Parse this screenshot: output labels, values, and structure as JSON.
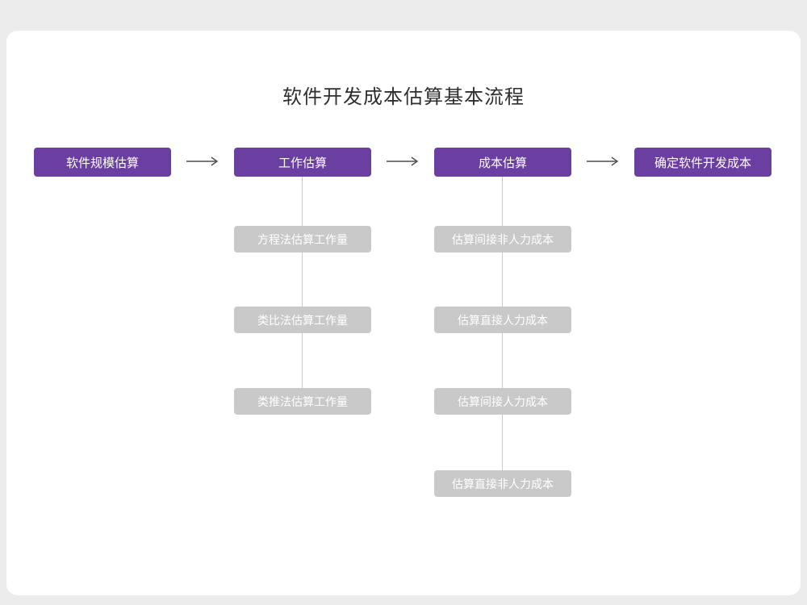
{
  "title": "软件开发成本估算基本流程",
  "colors": {
    "primary": "#6b3fa2",
    "secondary": "#c9c9c9",
    "arrow": "#4d4d4d",
    "card_background": "#ffffff",
    "page_background": "#ececec"
  },
  "flow": {
    "steps": [
      {
        "label": "软件规模估算",
        "children": []
      },
      {
        "label": "工作估算",
        "children": [
          "方程法估算工作量",
          "类比法估算工作量",
          "类推法估算工作量"
        ]
      },
      {
        "label": "成本估算",
        "children": [
          "估算间接非人力成本",
          "估算直接人力成本",
          "估算间接人力成本",
          "估算直接非人力成本"
        ]
      },
      {
        "label": "确定软件开发成本",
        "children": []
      }
    ]
  }
}
